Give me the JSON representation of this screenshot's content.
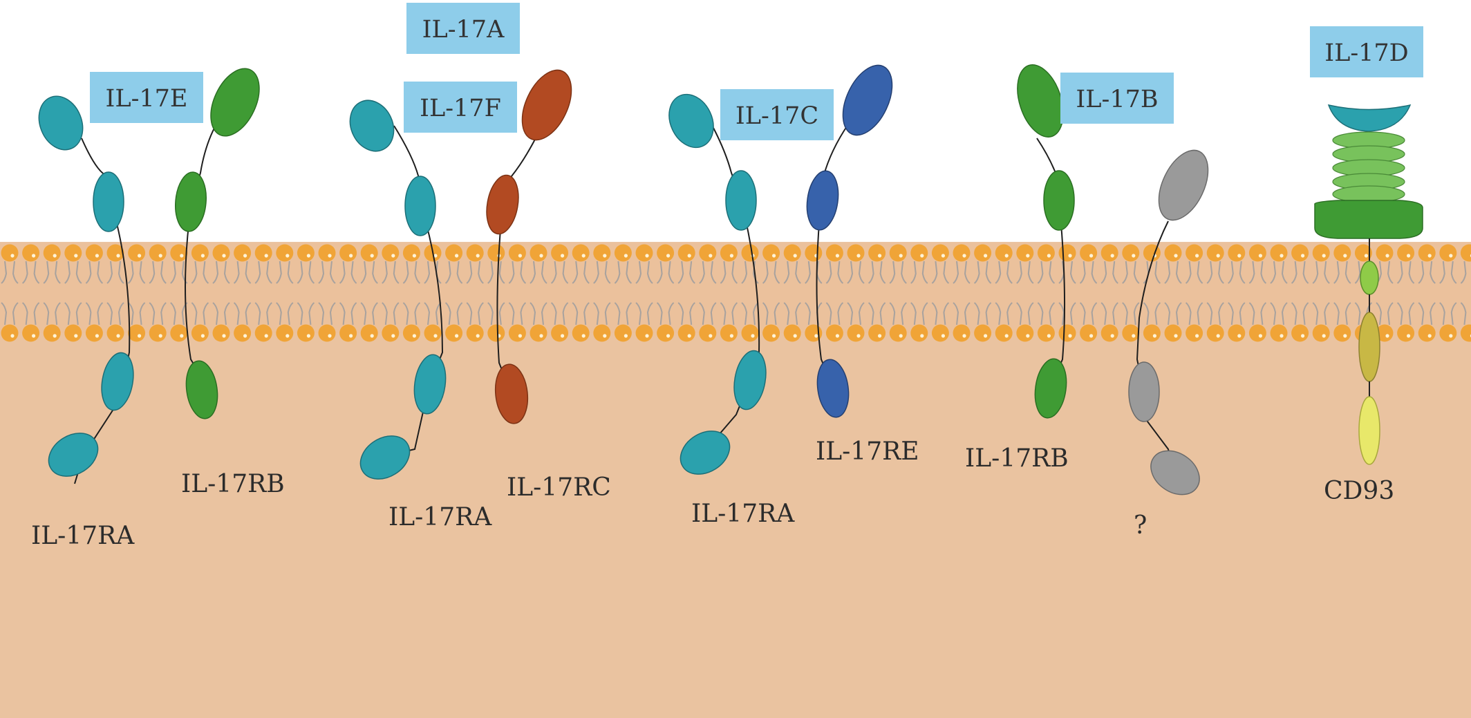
{
  "colors": {
    "cell_interior": "#EAC3A0",
    "membrane_head": "#F0A437",
    "membrane_tail": "#A8A29E",
    "ligand_box": "#8ECDEA",
    "teal": "#2BA1AD",
    "green": "#3F9B34",
    "rust": "#B24A22",
    "blue": "#3762AB",
    "gray": "#9A9A9A",
    "cd93_light": "#78C25C",
    "cd93_mid": "#C8B845",
    "cd93_yellow": "#E8E86A"
  },
  "ligands": [
    {
      "id": "il17e",
      "label": "IL-17E"
    },
    {
      "id": "il17a",
      "label": "IL-17A"
    },
    {
      "id": "il17f",
      "label": "IL-17F"
    },
    {
      "id": "il17c",
      "label": "IL-17C"
    },
    {
      "id": "il17b",
      "label": "IL-17B"
    },
    {
      "id": "il17d",
      "label": "IL-17D"
    }
  ],
  "receptors": [
    {
      "id": "ra1",
      "label": "IL-17RA",
      "color": "teal"
    },
    {
      "id": "rb1",
      "label": "IL-17RB",
      "color": "green"
    },
    {
      "id": "ra2",
      "label": "IL-17RA",
      "color": "teal"
    },
    {
      "id": "rc",
      "label": "IL-17RC",
      "color": "rust"
    },
    {
      "id": "ra3",
      "label": "IL-17RA",
      "color": "teal"
    },
    {
      "id": "re",
      "label": "IL-17RE",
      "color": "blue"
    },
    {
      "id": "rb2",
      "label": "IL-17RB",
      "color": "green"
    },
    {
      "id": "unknown",
      "label": "?",
      "color": "gray"
    },
    {
      "id": "cd93",
      "label": "CD93",
      "color": "cd93_light"
    }
  ]
}
